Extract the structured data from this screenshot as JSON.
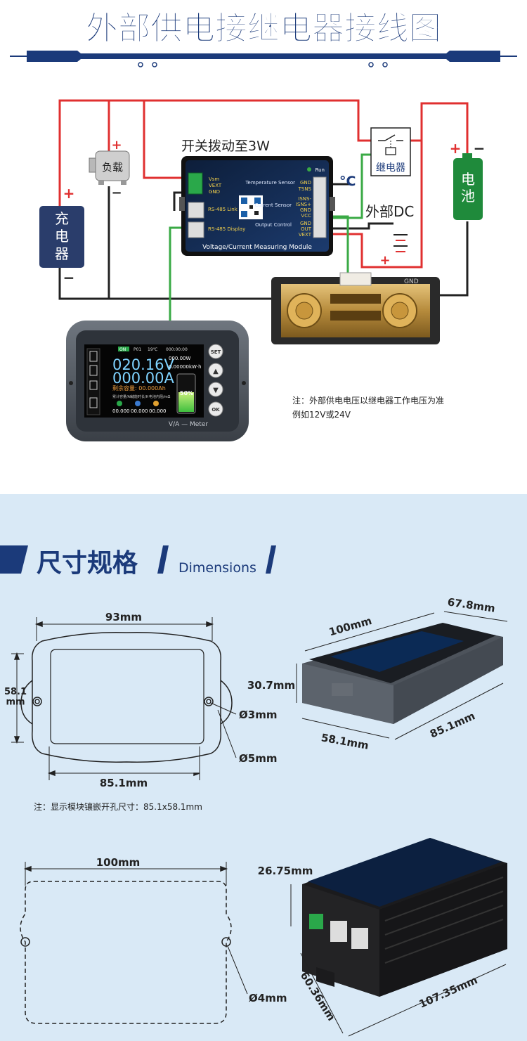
{
  "wiring": {
    "title": "外部供电接继电器接线图",
    "charger": {
      "lines": [
        "充",
        "电",
        "器"
      ],
      "plus": "+",
      "minus": "−"
    },
    "load": {
      "label": "负载",
      "plus": "+",
      "minus": "−"
    },
    "relay": {
      "label": "继电器"
    },
    "battery": {
      "lines": [
        "电",
        "池"
      ],
      "plus": "+",
      "minus": "−"
    },
    "switch_note": "开关拨动至3W",
    "temp_symbol": "°C",
    "external_dc": "外部DC",
    "ext_plus": "+",
    "module": {
      "footer": "Voltage/Current Measuring Module",
      "run": "Run",
      "left_pins": [
        "Vsm",
        "VEXT",
        "GND"
      ],
      "rs485_link": "RS-485 Link",
      "rs485_display": "RS-485 Display",
      "sections": [
        "Temperature Sensor",
        "Current Sensor",
        "Output Control"
      ],
      "right_pins": [
        "GND",
        "TSNS",
        "ISNS-",
        "ISNS+",
        "GND",
        "VCC",
        "GND",
        "OUT",
        "VEXT"
      ]
    },
    "shunt": {
      "label": "GND"
    },
    "display": {
      "status": [
        "ON",
        "P01",
        "19℃",
        "000:00:00"
      ],
      "voltage": "020.16V",
      "current": "000.00A",
      "power": "000.00W",
      "energy": "0.00000kW·h",
      "remaining": "剩余容量: 00.000Ah",
      "row_labels": [
        "累计容量/Ah",
        "储能时长/H",
        "电池内阻/mΩ"
      ],
      "row_values": [
        "00.000",
        "00.000",
        "00.000"
      ],
      "battery_pct": "50%",
      "buttons": [
        "SET",
        "▲",
        "▼",
        "OK"
      ],
      "bezel_label": "V/A — Meter"
    },
    "note_line1": "注：外部供电电压以继电器工作电压为准",
    "note_line2": "例如12V或24V"
  },
  "dimensions": {
    "title_cn": "尺寸规格",
    "title_en": "Dimensions",
    "display_front": {
      "width": "93mm",
      "height": "58.1\nmm",
      "inner_width": "85.1mm",
      "hole_small": "Ø3mm",
      "hole_large": "Ø5mm"
    },
    "display_3d": {
      "length": "100mm",
      "depth": "67.8mm",
      "height": "30.7mm",
      "front_width": "58.1mm",
      "front_length": "85.1mm"
    },
    "display_note": "注：显示模块镶嵌开孔尺寸：85.1x58.1mm",
    "module_outline": {
      "width": "100mm",
      "hole": "Ø4mm"
    },
    "module_3d": {
      "height": "26.75mm",
      "width": "60.36mm",
      "length": "107.35mm"
    }
  },
  "colors": {
    "navy": "#1b3a7a",
    "charger_bg": "#2a3d6b",
    "battery_green": "#1f8a3b",
    "wire_red": "#e03030",
    "wire_green": "#3aaa45",
    "wire_black": "#222222"
  }
}
